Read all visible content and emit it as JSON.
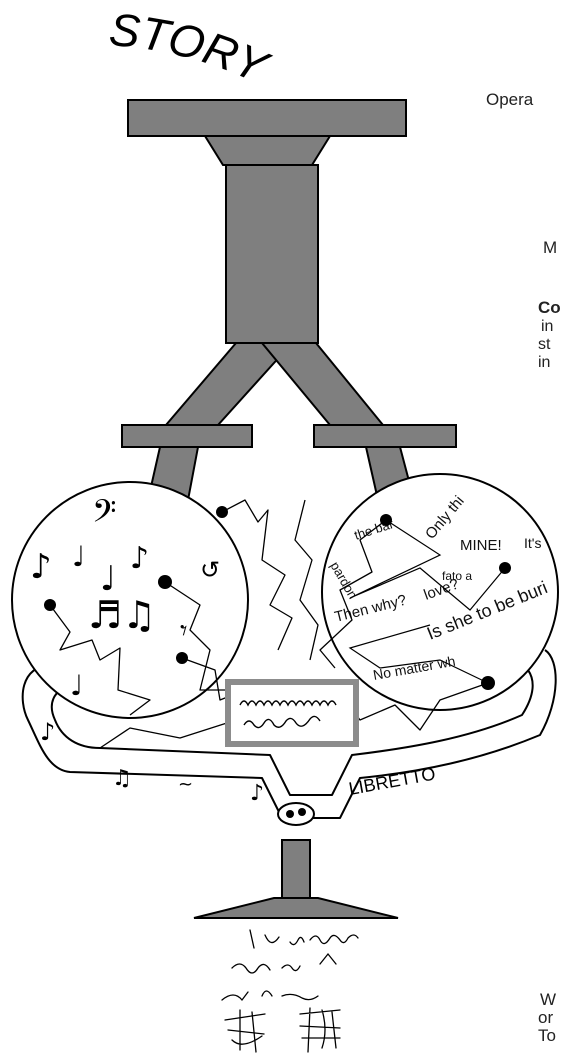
{
  "title": "STORY",
  "libretto_label": "LIBRETTO",
  "right_text": {
    "line1": "Opera",
    "line2": "M",
    "line3": "Co",
    "line4": "in",
    "line5": "st",
    "line6": "in",
    "line7": "W",
    "line8": "or",
    "line9": "To"
  },
  "libretto_phrases": {
    "p1": "the bar",
    "p2": "Only thi",
    "p3": "pardon",
    "p4": "MINE!",
    "p5": "It's",
    "p6": "fato a",
    "p7": "love?",
    "p8": "Then why?",
    "p9": "Is she to be buri",
    "p10": "No matter wh"
  },
  "colors": {
    "shape_fill": "#7f7f7f",
    "outline": "#000000",
    "center_frame": "#8c8c8c",
    "background": "#ffffff"
  }
}
